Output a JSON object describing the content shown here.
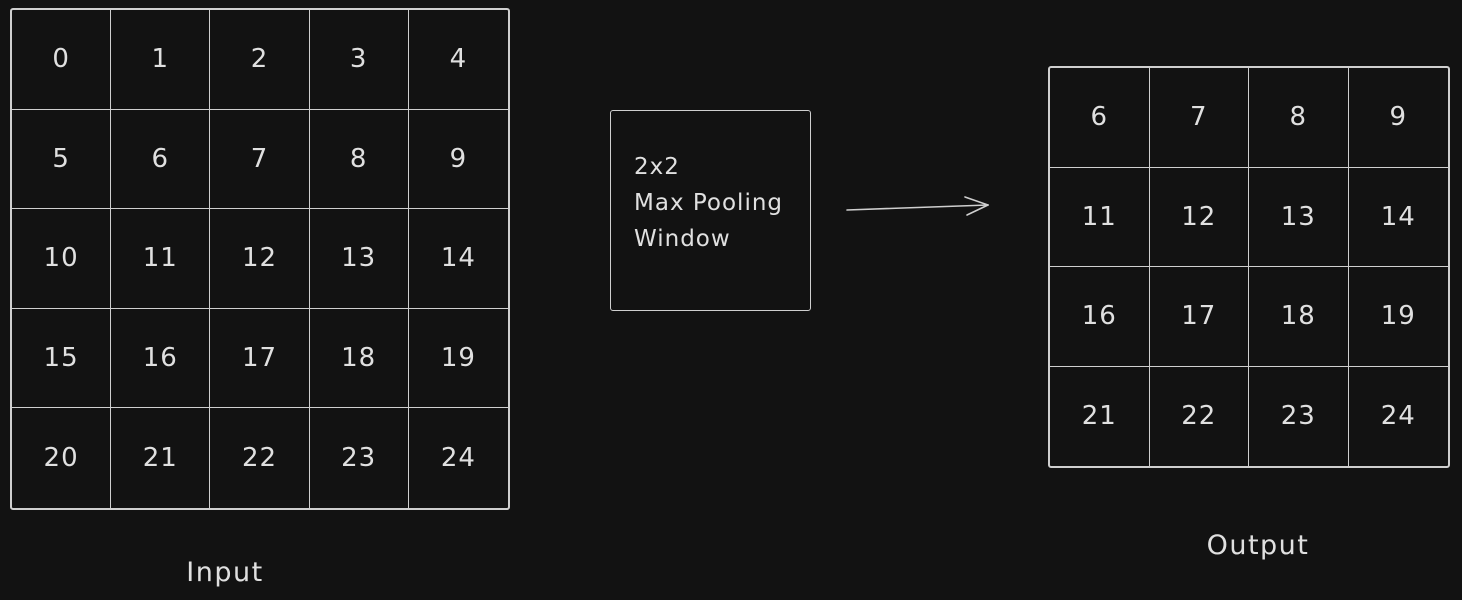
{
  "canvas": {
    "background": "#121212",
    "stroke": "#cfcfcf",
    "text": "#e0e0e0"
  },
  "input_grid": {
    "label": "Input",
    "rows": 5,
    "cols": 5,
    "cells": [
      0,
      1,
      2,
      3,
      4,
      5,
      6,
      7,
      8,
      9,
      10,
      11,
      12,
      13,
      14,
      15,
      16,
      17,
      18,
      19,
      20,
      21,
      22,
      23,
      24
    ]
  },
  "pooling_box": {
    "lines": [
      "2x2",
      "Max Pooling",
      "Window"
    ]
  },
  "arrow": {
    "direction": "right"
  },
  "output_grid": {
    "label": "Output",
    "rows": 4,
    "cols": 4,
    "cells": [
      6,
      7,
      8,
      9,
      11,
      12,
      13,
      14,
      16,
      17,
      18,
      19,
      21,
      22,
      23,
      24
    ]
  }
}
